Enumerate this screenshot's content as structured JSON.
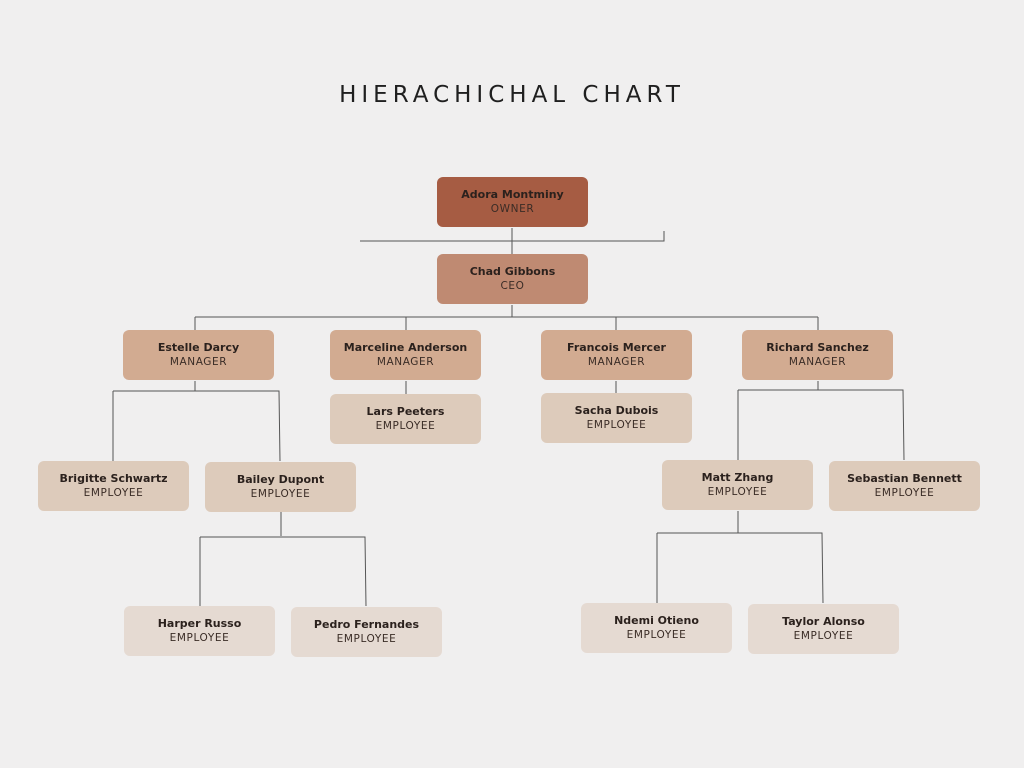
{
  "title": "HIERACHICHAL CHART",
  "colors": {
    "background": "#f0efef",
    "owner": "#a65c43",
    "ceo": "#bf8a72",
    "manager": "#d2ab91",
    "employee": "#ddcbbb",
    "employee_light": "#e5dad2",
    "line": "#555555"
  },
  "nodes": {
    "adora": {
      "name": "Adora Montminy",
      "role": "OWNER"
    },
    "chad": {
      "name": "Chad Gibbons",
      "role": "CEO"
    },
    "estelle": {
      "name": "Estelle Darcy",
      "role": "MANAGER"
    },
    "marceline": {
      "name": "Marceline Anderson",
      "role": "MANAGER"
    },
    "francois": {
      "name": "Francois Mercer",
      "role": "MANAGER"
    },
    "richard": {
      "name": "Richard Sanchez",
      "role": "MANAGER"
    },
    "lars": {
      "name": "Lars Peeters",
      "role": "EMPLOYEE"
    },
    "sacha": {
      "name": "Sacha Dubois",
      "role": "EMPLOYEE"
    },
    "brigitte": {
      "name": "Brigitte Schwartz",
      "role": "EMPLOYEE"
    },
    "bailey": {
      "name": "Bailey Dupont",
      "role": "EMPLOYEE"
    },
    "matt": {
      "name": "Matt Zhang",
      "role": "EMPLOYEE"
    },
    "sebastian": {
      "name": "Sebastian Bennett",
      "role": "EMPLOYEE"
    },
    "harper": {
      "name": "Harper Russo",
      "role": "EMPLOYEE"
    },
    "pedro": {
      "name": "Pedro Fernandes",
      "role": "EMPLOYEE"
    },
    "ndemi": {
      "name": "Ndemi Otieno",
      "role": "EMPLOYEE"
    },
    "taylor": {
      "name": "Taylor Alonso",
      "role": "EMPLOYEE"
    }
  }
}
